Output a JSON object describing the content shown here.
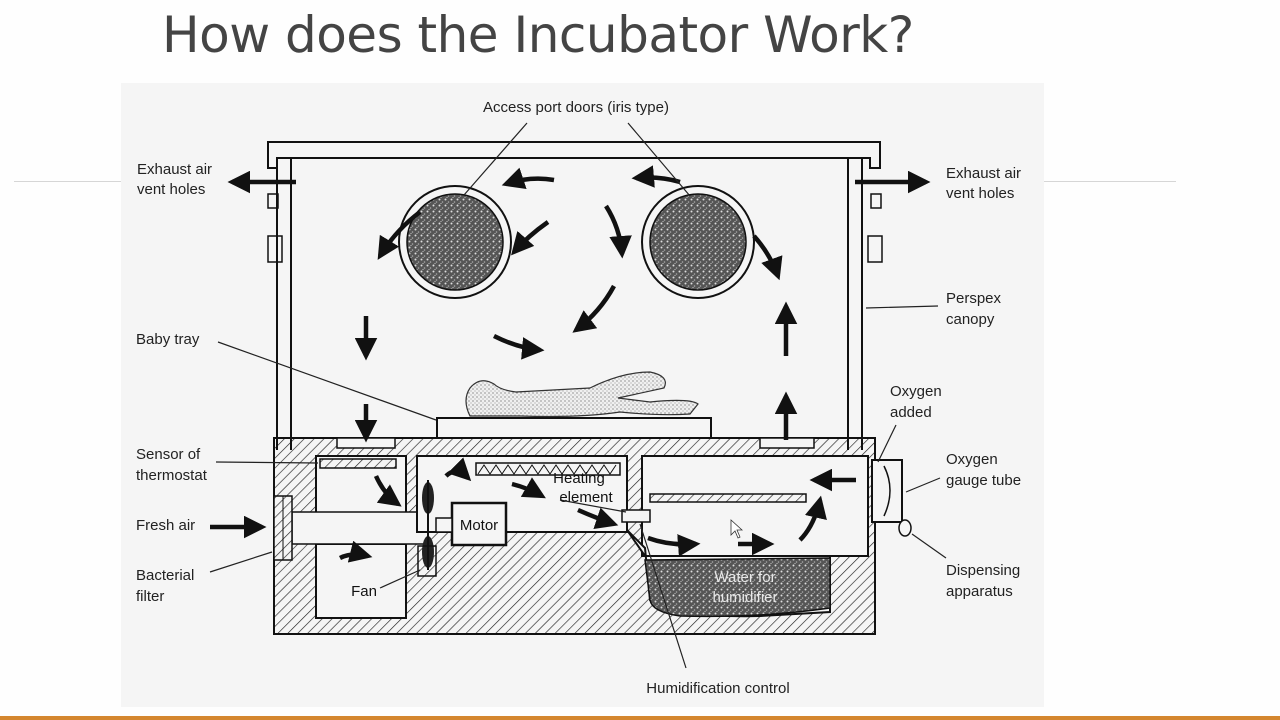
{
  "slide": {
    "title": "How does the Incubator Work?",
    "accent_color": "#d4862e"
  },
  "diagram": {
    "labels": {
      "access_port": "Access port doors (iris type)",
      "exhaust_left": [
        "Exhaust air",
        "vent holes"
      ],
      "exhaust_right": [
        "Exhaust air",
        "vent holes"
      ],
      "perspex": [
        "Perspex",
        "canopy"
      ],
      "baby_tray": "Baby tray",
      "oxygen_added": [
        "Oxygen",
        "added"
      ],
      "sensor": [
        "Sensor of",
        "thermostat"
      ],
      "oxygen_gauge": [
        "Oxygen",
        "gauge tube"
      ],
      "fresh_air": "Fresh air",
      "bacterial": [
        "Bacterial",
        "filter"
      ],
      "dispensing": [
        "Dispensing",
        "apparatus"
      ],
      "humid_control": "Humidification control",
      "heating": [
        "Heating",
        "element"
      ],
      "motor": "Motor",
      "fan": "Fan",
      "water": [
        "Water for",
        "humidifier"
      ]
    },
    "colors": {
      "line": "#111111",
      "background": "#f5f5f5",
      "hatch": "#222222"
    }
  }
}
